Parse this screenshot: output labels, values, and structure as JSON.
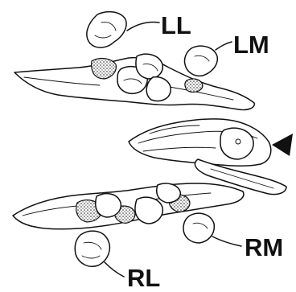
{
  "figure": {
    "labels": {
      "left_lateral": "LL",
      "left_medial": "LM",
      "right_medial": "RM",
      "right_lateral": "RL"
    },
    "marker": "arrowhead"
  }
}
